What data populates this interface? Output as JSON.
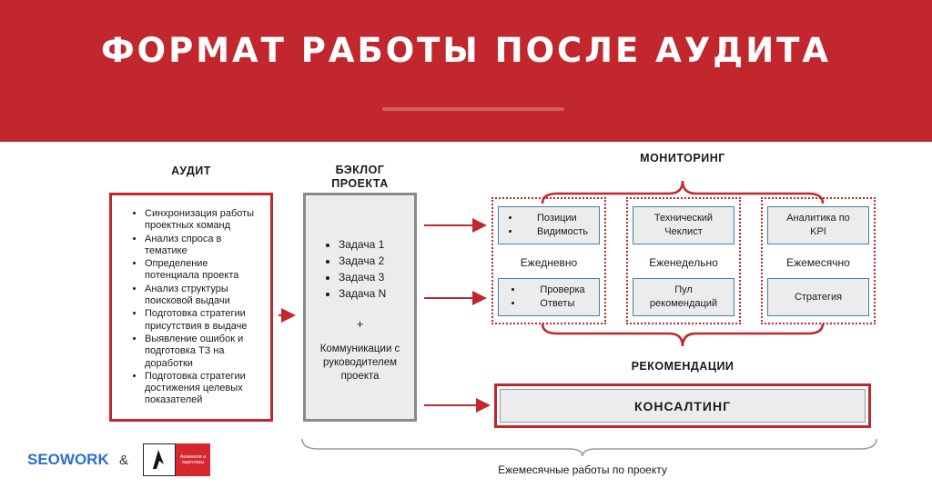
{
  "header": {
    "title": "ФОРМАТ РАБОТЫ ПОСЛЕ АУДИТА"
  },
  "audit": {
    "title": "АУДИТ",
    "items": [
      "Синхронизация работы проектных команд",
      "Анализ спроса в тематике",
      "Определение потенциала проекта",
      "Анализ структуры поисковой выдачи",
      "Подготовка стратегии присутствия в выдаче",
      "Выявление ошибок и подготовка ТЗ на доработки",
      "Подготовка стратегии достижения целевых показателей"
    ]
  },
  "backlog": {
    "title_line1": "БЭКЛОГ",
    "title_line2": "ПРОЕКТА",
    "tasks": [
      "Задача 1",
      "Задача 2",
      "Задача 3",
      "Задача N"
    ],
    "plus": "+",
    "communication": "Коммуникации с руководителем проекта"
  },
  "monitoring": {
    "title": "МОНИТОРИНГ",
    "daily": {
      "top": [
        "Позиции",
        "Видимость"
      ],
      "label": "Ежедневно",
      "bottom": [
        "Проверка",
        "Ответы"
      ]
    },
    "weekly": {
      "top": "Технический Чеклист",
      "label": "Еженедельно",
      "bottom": "Пул рекомендаций"
    },
    "monthly": {
      "top": "Аналитика по KPI",
      "label": "Ежемесячно",
      "bottom": "Стратегия"
    }
  },
  "recommendations": {
    "title": "РЕКОМЕНДАЦИИ"
  },
  "consulting": {
    "label": "КОНСАЛТИНГ"
  },
  "footer": {
    "monthly_work": "Ежемесячные работы по проекту"
  },
  "brands": {
    "seowork": "SEOWORK",
    "amp": "&",
    "partner": "Ашманов и партнеры"
  },
  "colors": {
    "accent": "#c1272d",
    "inner_border": "#3f83a8",
    "gray_fill": "#ececec",
    "brand_blue": "#2d6fd0"
  }
}
